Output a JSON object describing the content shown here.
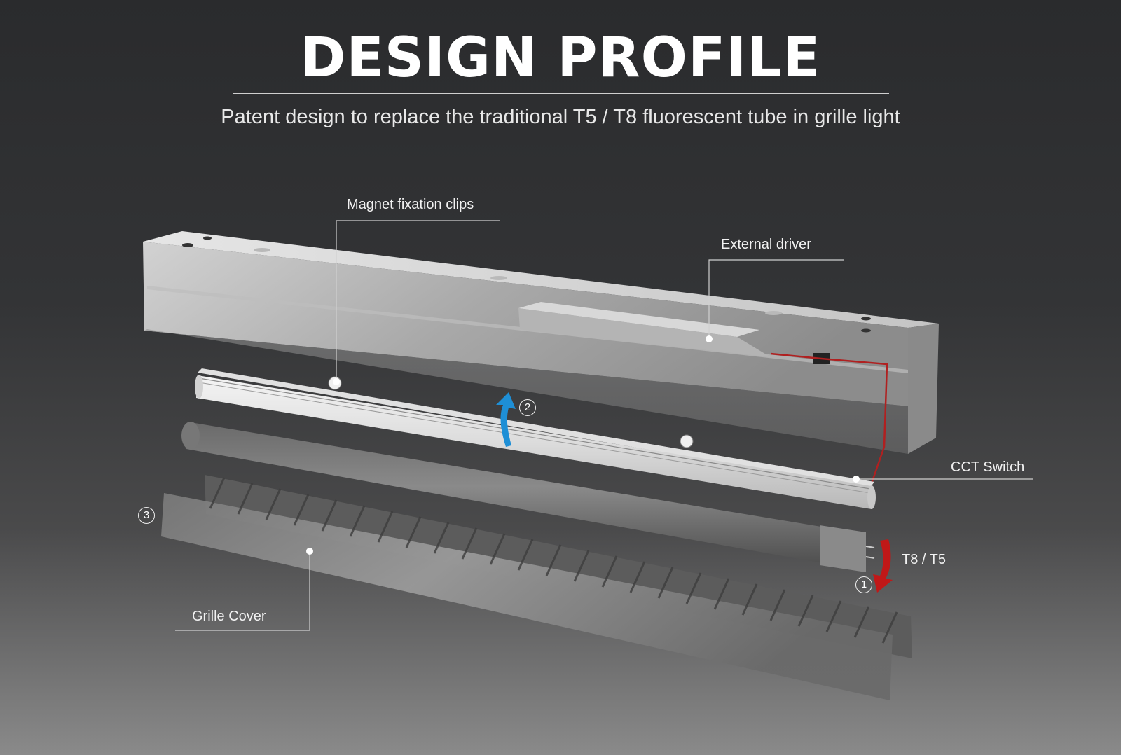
{
  "title": "DESIGN PROFILE",
  "subtitle": "Patent design to replace the traditional T5 / T8 fluorescent tube in grille light",
  "callouts": {
    "magnet": "Magnet fixation clips",
    "driver": "External driver",
    "cct": "CCT Switch",
    "tube": "T8 / T5",
    "grille": "Grille Cover"
  },
  "steps": {
    "one": "1",
    "two": "2",
    "three": "3"
  },
  "colors": {
    "background_top": "#2a2b2d",
    "background_bottom": "#8a8a8a",
    "arrow_blue": "#1e8fd6",
    "arrow_red": "#c01818",
    "wire_red": "#b02020"
  }
}
